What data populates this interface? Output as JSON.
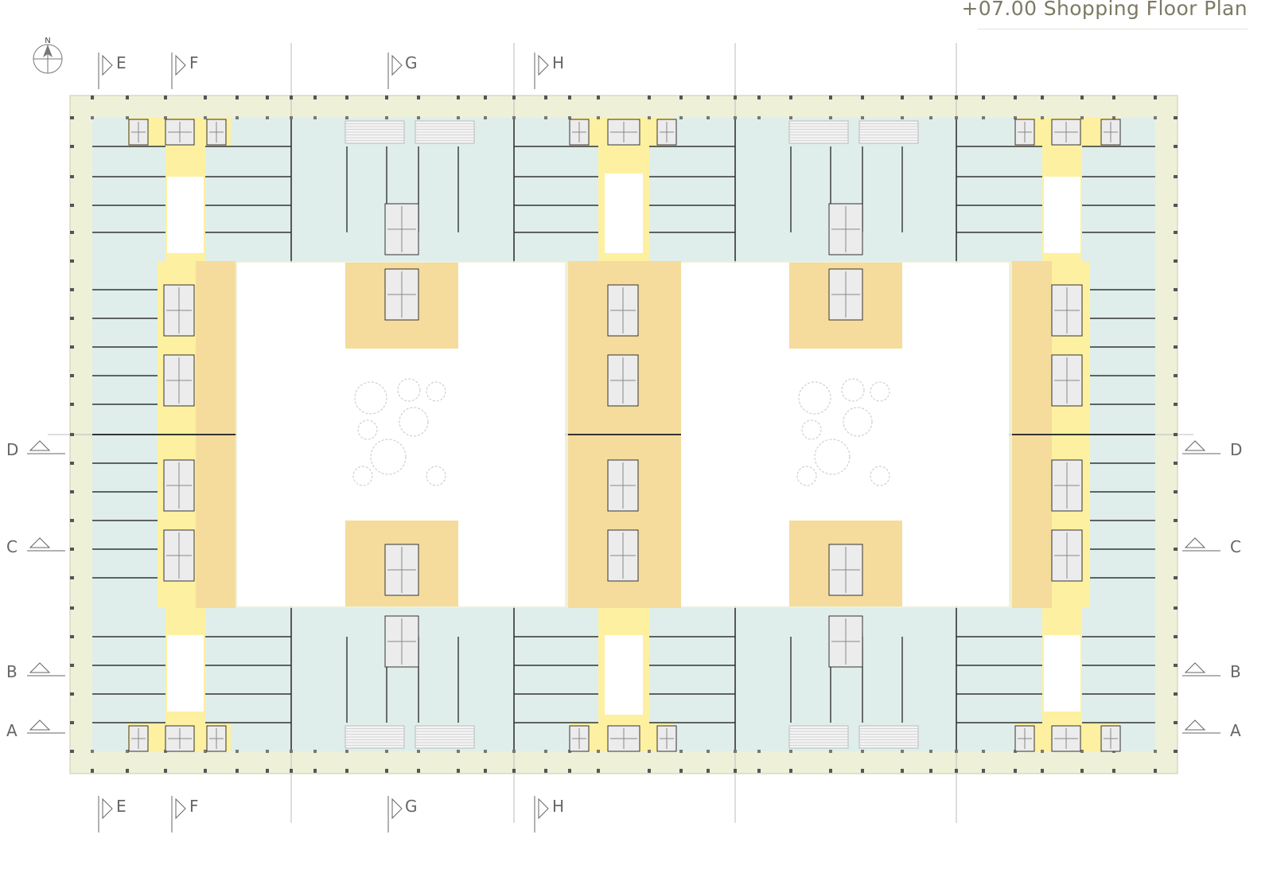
{
  "title": "+07.00 Shopping Floor Plan",
  "north_label": "N",
  "section_markers": {
    "vertical": [
      "E",
      "F",
      "G",
      "H"
    ],
    "horizontal": [
      "D",
      "C",
      "B",
      "A"
    ]
  },
  "colors": {
    "perimeter": "#eef0d8",
    "shop_bay": "#dfeeea",
    "circulation": "#fdf0a0",
    "core_zone": "#f5dc9c",
    "wall": "#333333",
    "grid": "#bdbdbd",
    "label": "#666666"
  }
}
